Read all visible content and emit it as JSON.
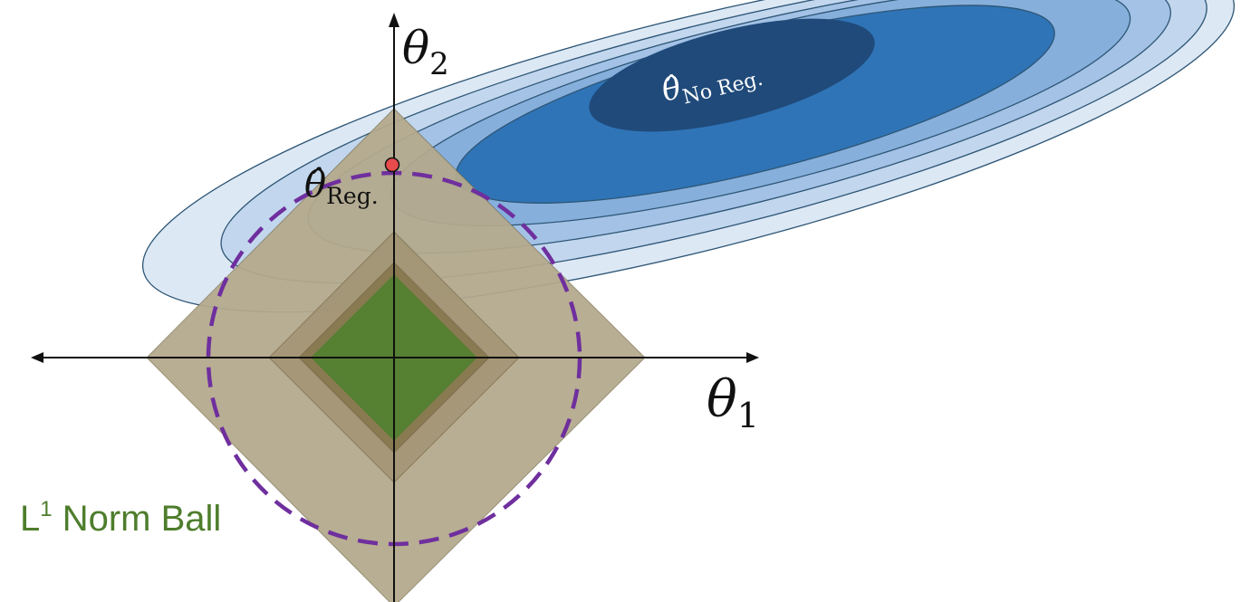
{
  "axes": {
    "x_label": "θ",
    "x_subscript": "1",
    "y_label": "θ",
    "y_subscript": "2"
  },
  "unregularized_estimate": {
    "symbol": "θ̂",
    "subscript": "No Reg."
  },
  "regularized_estimate": {
    "symbol": "θ̂",
    "subscript": "Reg."
  },
  "norm_ball_label": {
    "main": "L",
    "superscript": "1",
    "rest": " Norm Ball"
  },
  "colors": {
    "contour_lightest": "#dde8f5",
    "contour_light": "#c2d7ee",
    "contour_mid": "#a3c2e6",
    "contour_dark": "#86afdc",
    "contour_core": "#2f74b6",
    "contour_center": "#1f4a7a",
    "contour_stroke": "#2e5675",
    "l1_outer": "#b4a98c",
    "l1_mid": "#a39676",
    "l1_inner": "#8a7a52",
    "l1_core": "#568032",
    "l2_dashed": "#6f2f9e",
    "estimate_point": "#e84b4b",
    "ball_label": "#4e7d2c"
  }
}
